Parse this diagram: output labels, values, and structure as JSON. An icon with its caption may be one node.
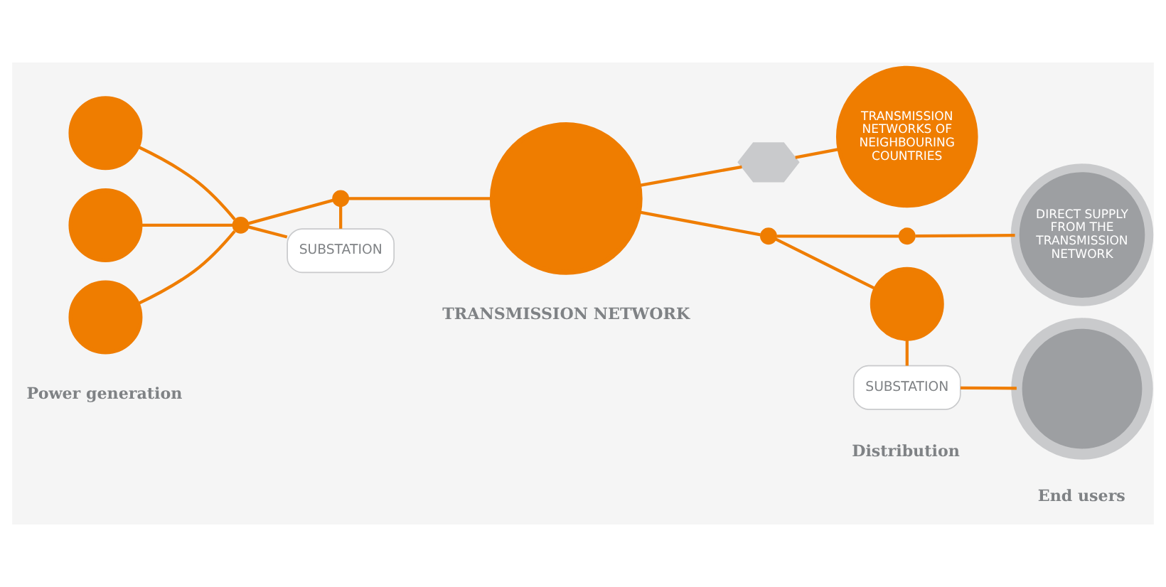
{
  "diagram": {
    "nodes": [
      {
        "text": [],
        "shape": "circle"
      },
      {
        "text": [],
        "shape": "circle"
      },
      {
        "text": [],
        "shape": "circle"
      },
      {
        "text": [],
        "shape": "circle"
      },
      {
        "text": [],
        "shape": "circle"
      },
      {
        "text": [
          "SUBSTATION"
        ]
      },
      {
        "text": [],
        "shape": "circle"
      },
      {
        "text": [],
        "shape": "hexagon"
      },
      {
        "text": [
          "TRANSMISSION NETWORKS OF NEIGHBOURING COUNTRIES"
        ]
      },
      {
        "text": [],
        "shape": "circle"
      },
      {
        "text": [],
        "shape": "circle"
      },
      {
        "text": [],
        "shape": "circle"
      },
      {
        "text": [
          "SUBSTATION"
        ]
      },
      {
        "text": [
          "DIRECT SUPPLY FROM THE TRANSMISSION NETWORK"
        ]
      },
      {
        "text": [],
        "shape": "circle"
      }
    ],
    "edges": [
      {
        "from": 0,
        "to": 3,
        "arrow": "none"
      },
      {
        "from": 1,
        "to": 3,
        "arrow": "none"
      },
      {
        "from": 2,
        "to": 3,
        "arrow": "none"
      },
      {
        "from": 3,
        "to": 4,
        "arrow": "none"
      },
      {
        "from": 3,
        "to": 5,
        "arrow": "none"
      },
      {
        "from": 4,
        "to": 5,
        "arrow": "none"
      },
      {
        "from": 4,
        "to": 6,
        "arrow": "none"
      },
      {
        "from": 6,
        "to": 7,
        "arrow": "none"
      },
      {
        "from": 7,
        "to": 8,
        "arrow": "none"
      },
      {
        "from": 6,
        "to": 9,
        "arrow": "none"
      },
      {
        "from": 9,
        "to": 10,
        "arrow": "none"
      },
      {
        "from": 10,
        "to": 13,
        "arrow": "none"
      },
      {
        "from": 9,
        "to": 11,
        "arrow": "none"
      },
      {
        "from": 11,
        "to": 12,
        "arrow": "none"
      },
      {
        "from": 12,
        "to": 14,
        "arrow": "none"
      }
    ],
    "labels": [
      "Power generation",
      "TRANSMISSION NETWORK",
      "Distribution",
      "End users"
    ]
  }
}
